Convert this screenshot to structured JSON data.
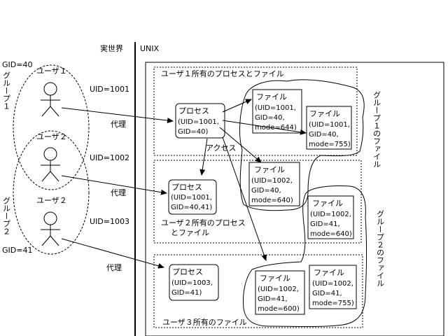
{
  "labels": {
    "real_world": "実世界",
    "unix": "UNIX",
    "user1_area": "ユーザ１所有のプロセスとファイル",
    "user2_area_line1": "ユーザ２所有のプロセス",
    "user2_area_line2": "とファイル",
    "user3_area": "ユーザ３所有のファイル",
    "access": "アクセス",
    "group1_files": "グループ１のファイル",
    "group2_files": "グループ２のファイル"
  },
  "groups": [
    {
      "name": "グループ１",
      "gid": "GID=40"
    },
    {
      "name": "グループ２",
      "gid": "GID=41"
    }
  ],
  "users": [
    {
      "name": "ユーザ１",
      "uid": "UID=1001",
      "proxy": "代理"
    },
    {
      "name": "ユーザ２",
      "uid": "UID=1002",
      "proxy": "代理"
    },
    {
      "name": "ユーザ２",
      "uid": "UID=1003",
      "proxy": "代理"
    }
  ],
  "processes": [
    {
      "title": "プロセス",
      "line1": "(UID=1001,",
      "line2": "GID=40)"
    },
    {
      "title": "プロセス",
      "line1": "(UID=1001,",
      "line2": "GID=40,41)"
    },
    {
      "title": "プロセス",
      "line1": "(UID=1003,",
      "line2": "GID=41)"
    }
  ],
  "files": [
    {
      "title": "ファイル",
      "uid": "(UID=1001,",
      "gid": "GID=40,",
      "mode": "mode=644)"
    },
    {
      "title": "ファイル",
      "uid": "(UID=1001,",
      "gid": "GID=40,",
      "mode": "mode=755)"
    },
    {
      "title": "ファイル",
      "uid": "(UID=1002,",
      "gid": "GID=40,",
      "mode": "mode=640)"
    },
    {
      "title": "ファイル",
      "uid": "(UID=1002,",
      "gid": "GID=41,",
      "mode": "mode=640)"
    },
    {
      "title": "ファイル",
      "uid": "(UID=1002,",
      "gid": "GID=41,",
      "mode": "mode=600)"
    },
    {
      "title": "ファイル",
      "uid": "(UID=1002,",
      "gid": "GID=41,",
      "mode": "mode=755)"
    }
  ]
}
